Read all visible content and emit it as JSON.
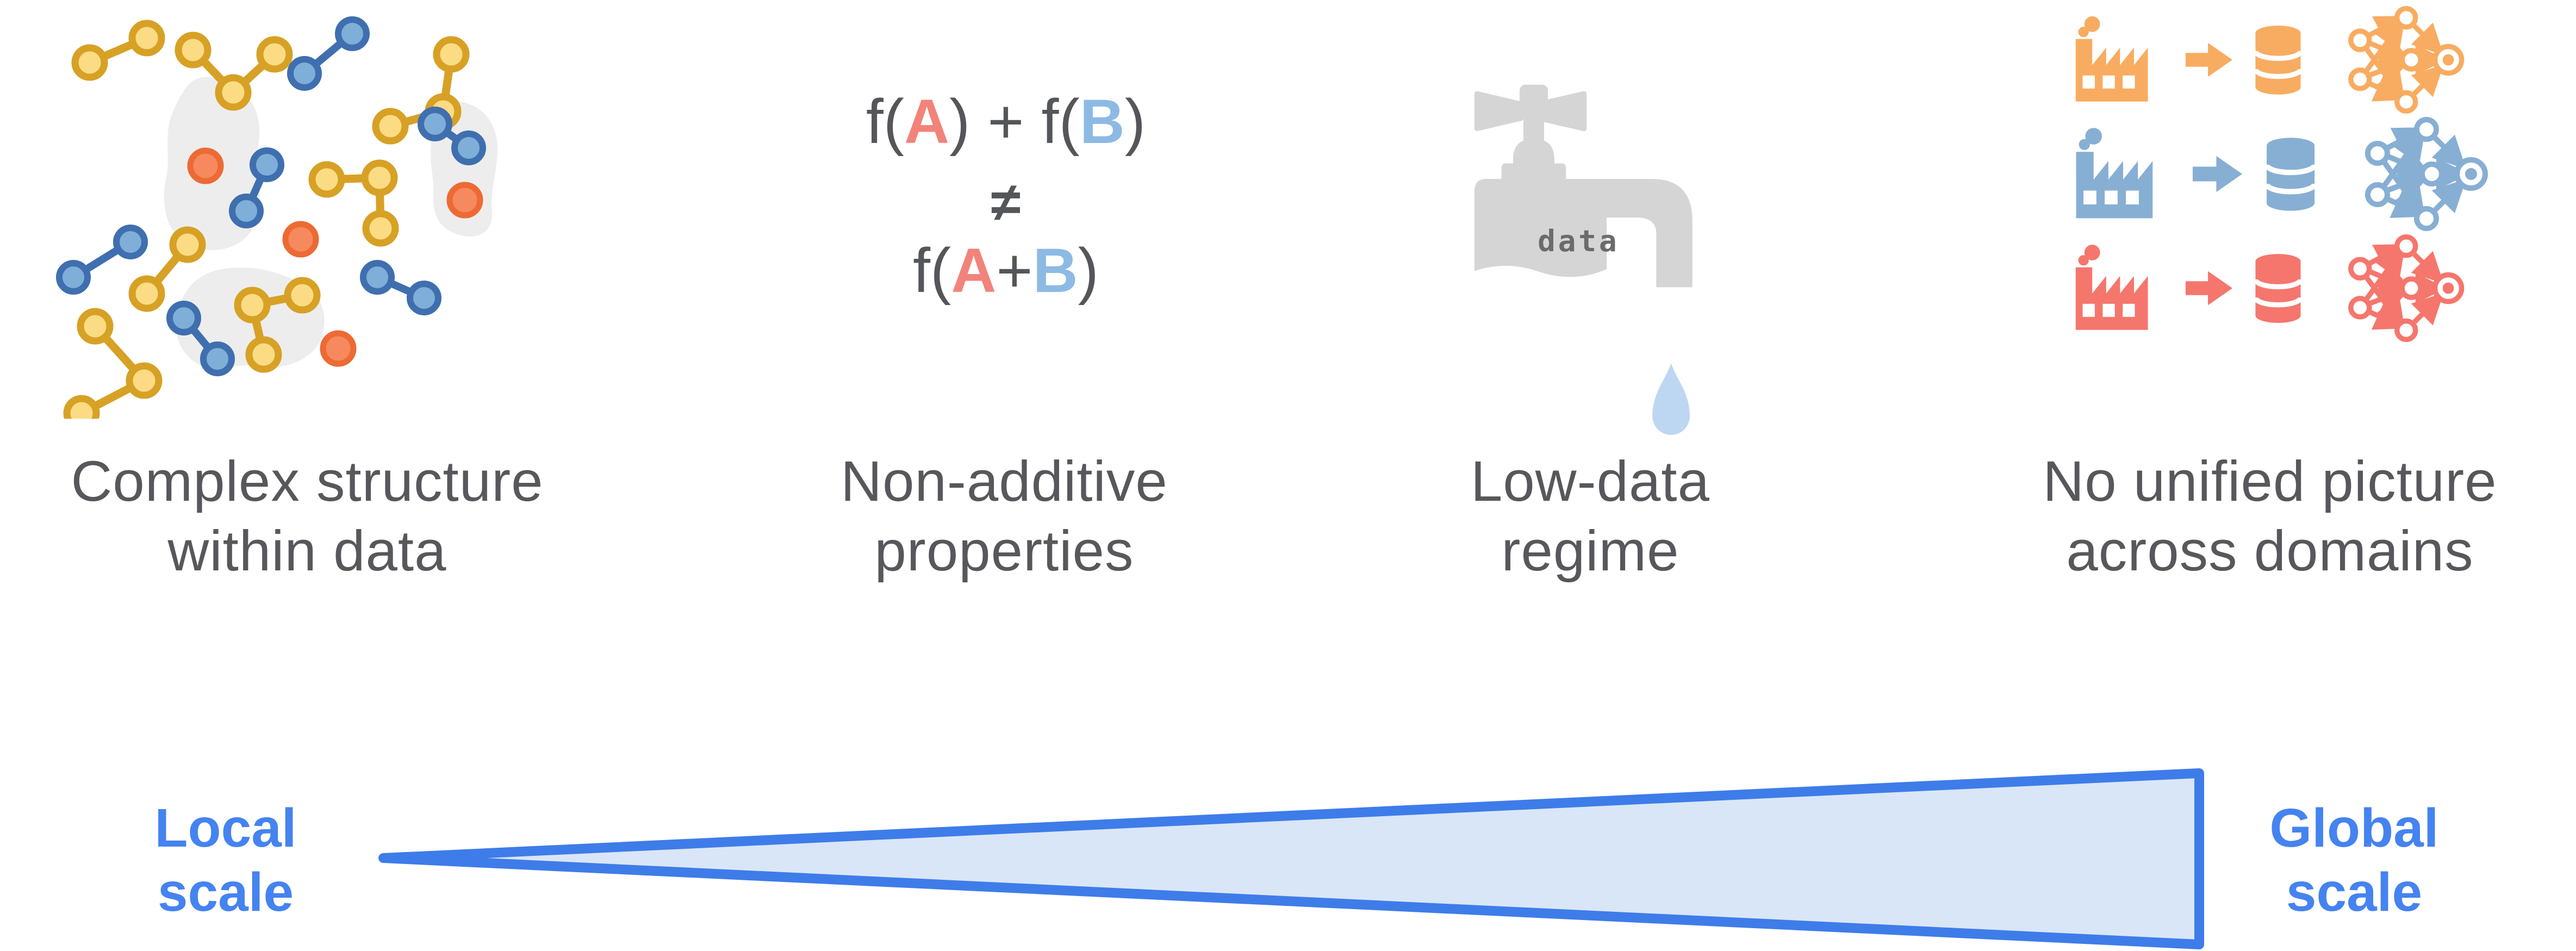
{
  "panels": [
    {
      "id": "complex-structure",
      "caption": [
        "Complex structure",
        "within data"
      ]
    },
    {
      "id": "non-additive",
      "caption": [
        "Non-additive",
        "properties"
      ],
      "formula": {
        "top": [
          "f(",
          "A",
          ") + f(",
          "B",
          ")"
        ],
        "middle": "≠",
        "bottom": [
          "f(",
          "A",
          "+",
          "B",
          ")"
        ]
      }
    },
    {
      "id": "low-data",
      "caption": [
        "Low-data",
        "regime"
      ],
      "faucet_label": "data"
    },
    {
      "id": "no-unified-picture",
      "caption": [
        "No unified picture",
        "across domains"
      ]
    }
  ],
  "scale_axis": {
    "left": [
      "Local",
      "scale"
    ],
    "right": [
      "Global",
      "scale"
    ]
  },
  "colors": {
    "caption_gray": "#58585c",
    "formula_gray": "#55565a",
    "salmon": "#f1837b",
    "sky_blue": "#8cbae4",
    "mol_yellow_fill": "#fbdc85",
    "mol_yellow_stroke": "#d7a125",
    "mol_blue_fill": "#7faed8",
    "mol_blue_stroke": "#3f6fae",
    "mol_orange_fill": "#f6895e",
    "mol_orange_stroke": "#ee6a35",
    "blob_gray": "#ededee",
    "faucet_gray": "#d5d5d6",
    "faucet_text": "#6b6b6b",
    "droplet_blue": "#bdd7f2",
    "domain_orange": "#f8ac61",
    "domain_blue": "#87afd3",
    "domain_red": "#f4766c",
    "wedge_fill": "#d9e6f8",
    "wedge_stroke": "#3e7ce9",
    "label_blue": "#4483f0"
  }
}
